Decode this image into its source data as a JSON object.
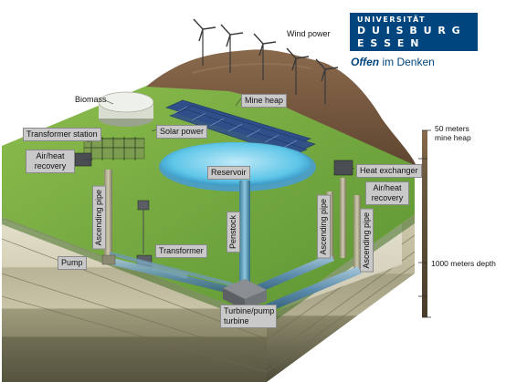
{
  "logo": {
    "line1": "UNIVERSITÄT",
    "line2": "D U I S B U R G",
    "line3": "E S S E N",
    "slogan_bold": "Offen",
    "slogan_rest": " im Denken"
  },
  "labels": {
    "wind_power": "Wind power",
    "biomass": "Biomass",
    "mine_heap": "Mine heap",
    "transformer_station": "Transformer station",
    "solar_power": "Solar power",
    "air_heat_recovery_left": "Air/heat recovery",
    "reservoir": "Reservoir",
    "heat_exchanger": "Heat exchanger",
    "air_heat_recovery_right": "Air/heat recovery",
    "ascending_pipe_left": "Ascending pipe",
    "penstock": "Penstock",
    "ascending_pipe_right_a": "Ascending pipe",
    "ascending_pipe_right_b": "Ascending pipe",
    "transformer": "Transformer",
    "pump": "Pump",
    "turbine_pump_turbine": "Turbine/pump turbine"
  },
  "scale": {
    "top": "50 meters mine heap",
    "bottom": "1000 meters depth"
  },
  "colors": {
    "brand_blue": "#00457d",
    "grass": "#6aa23a",
    "soil": "#7b5a3f",
    "water": "#5fc6e8",
    "rock_light": "#d9d4bf",
    "rock_dark": "#6b6a52",
    "pipe": "#5b8cab"
  }
}
